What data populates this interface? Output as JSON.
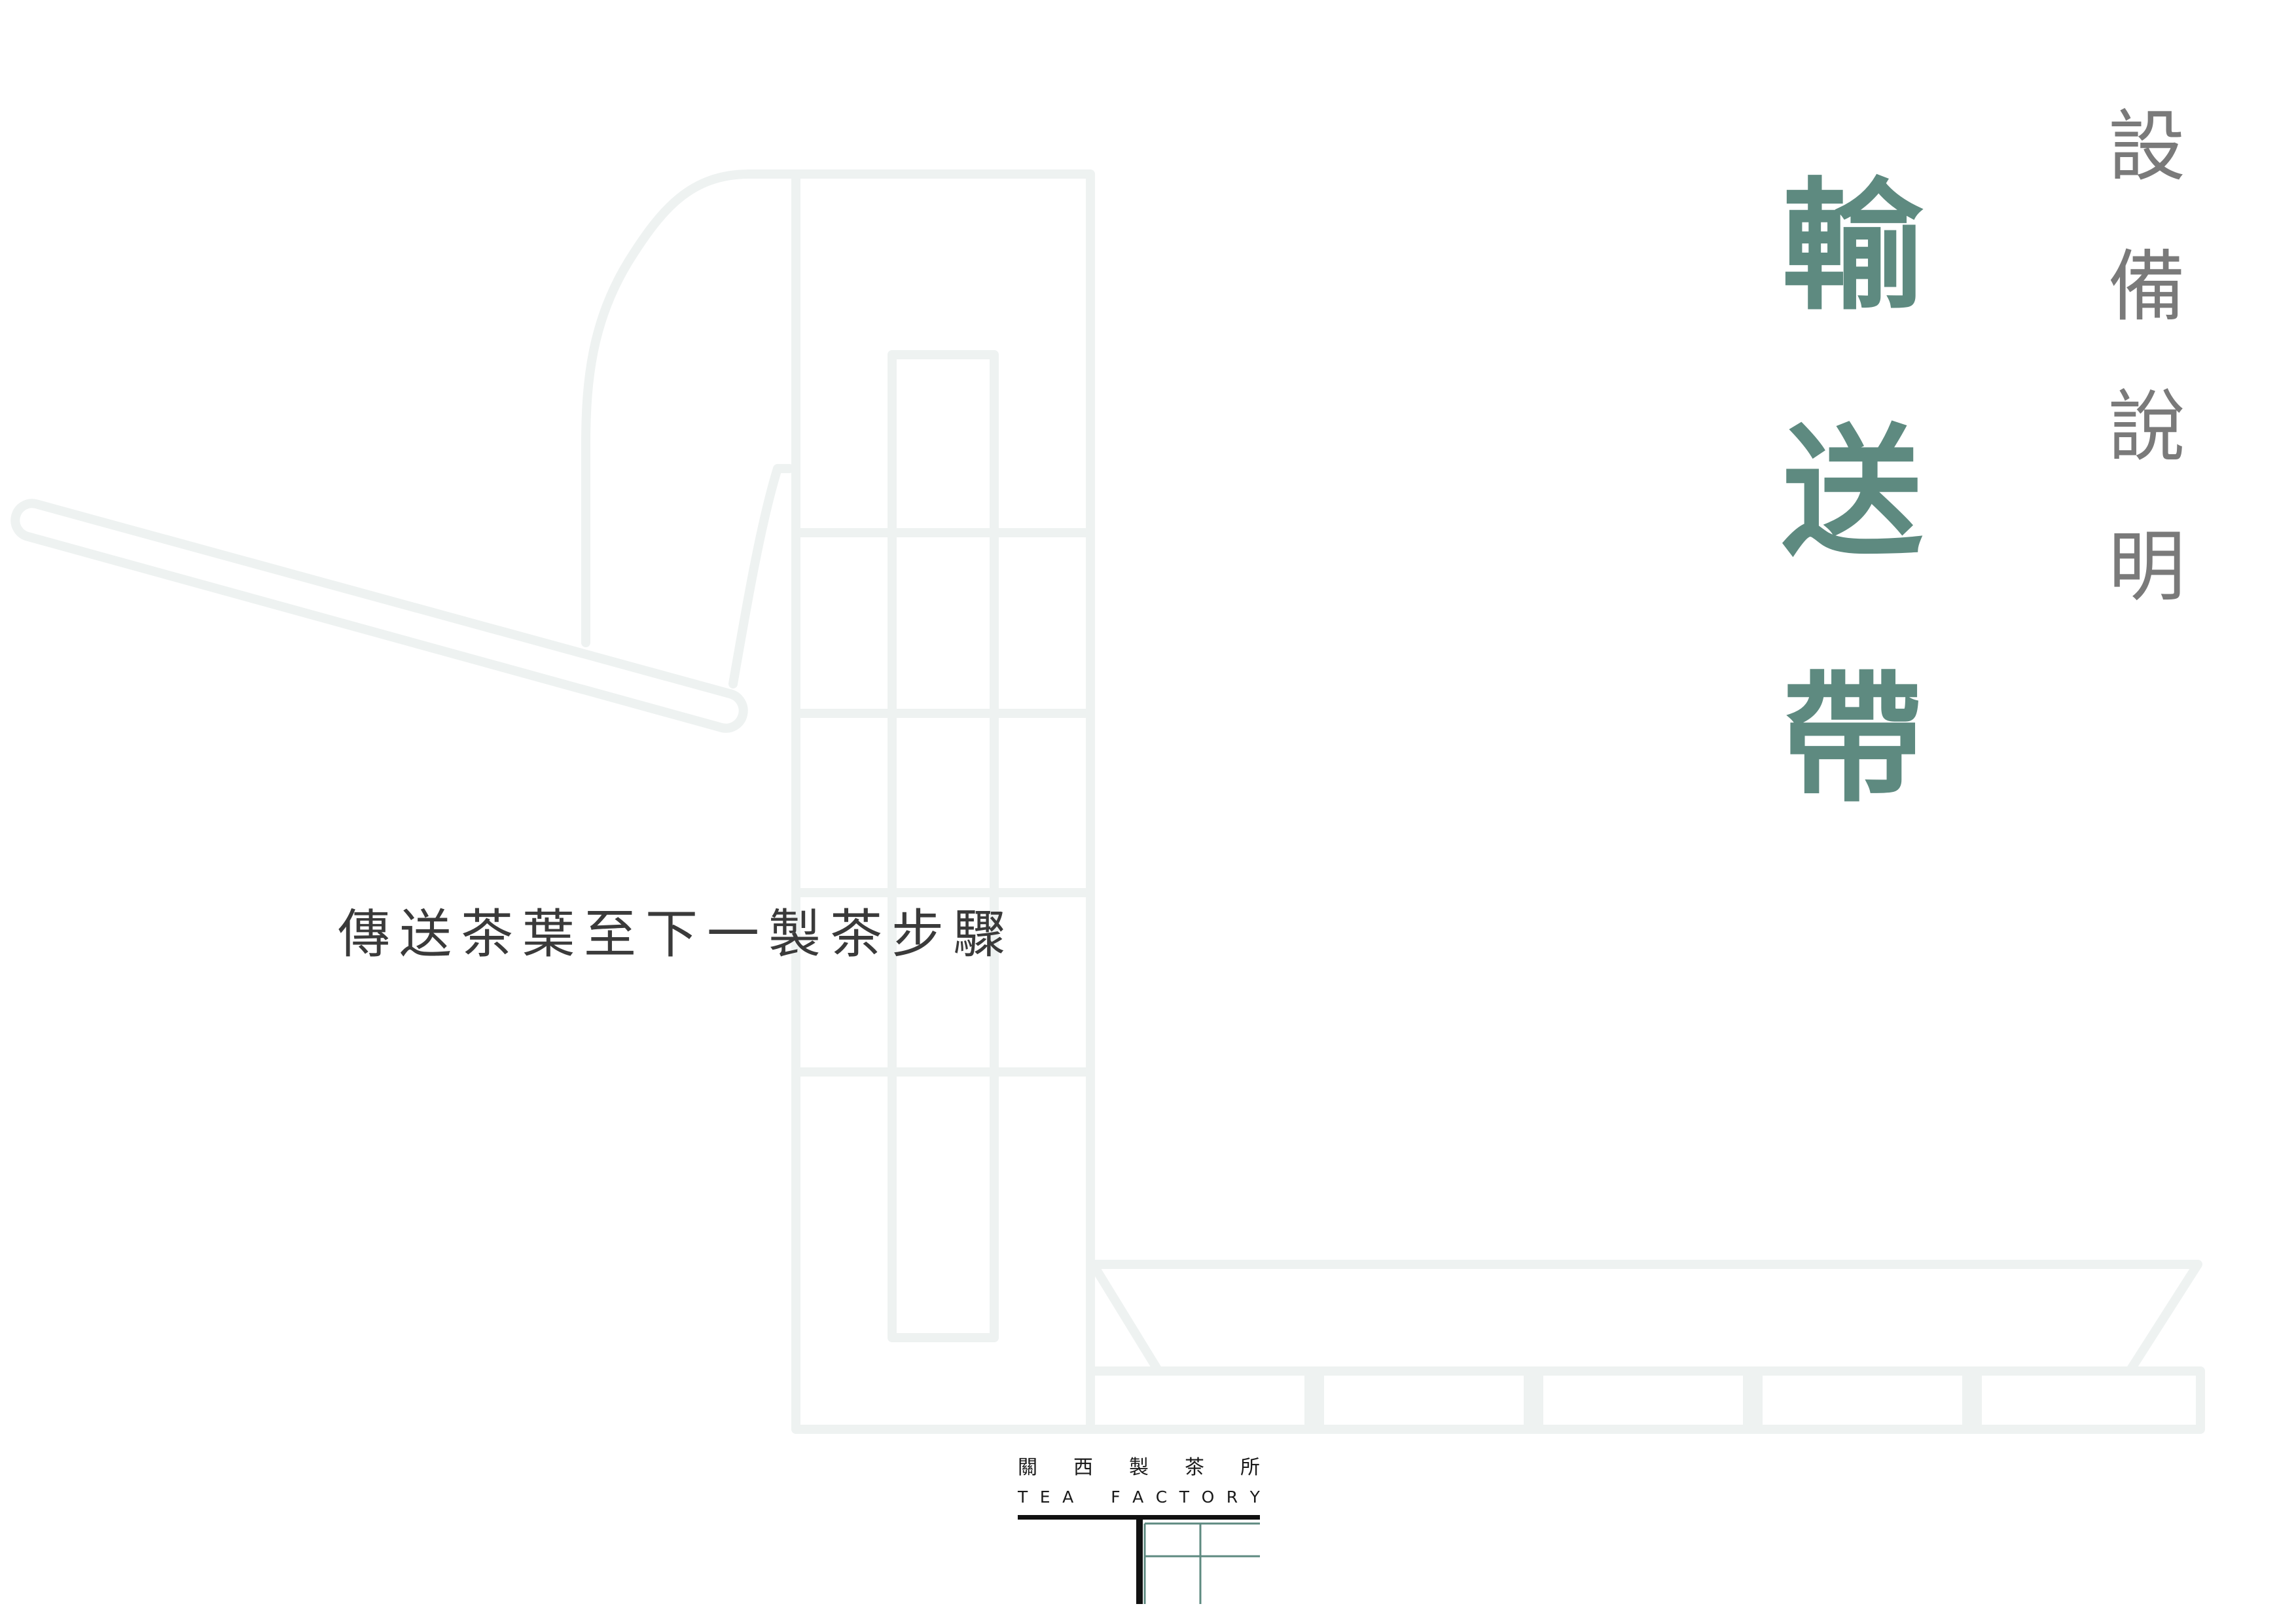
{
  "title": {
    "main_chars": [
      "輸",
      "送",
      "帶"
    ],
    "sub_chars": [
      "設",
      "備",
      "說",
      "明"
    ]
  },
  "description": "傳送茶葉至下一製茶步驟",
  "logo": {
    "name_cn_chars": [
      "關",
      "西",
      "製",
      "茶",
      "所"
    ],
    "name_en_chars": [
      "T",
      "E",
      "A",
      "",
      "F",
      "A",
      "C",
      "T",
      "O",
      "R",
      "Y"
    ]
  },
  "colors": {
    "title_accent": "#5e8a80",
    "subtitle": "#7a7a7a",
    "illustration_line": "#eef2f1",
    "logo_accent": "#5e8a80"
  }
}
